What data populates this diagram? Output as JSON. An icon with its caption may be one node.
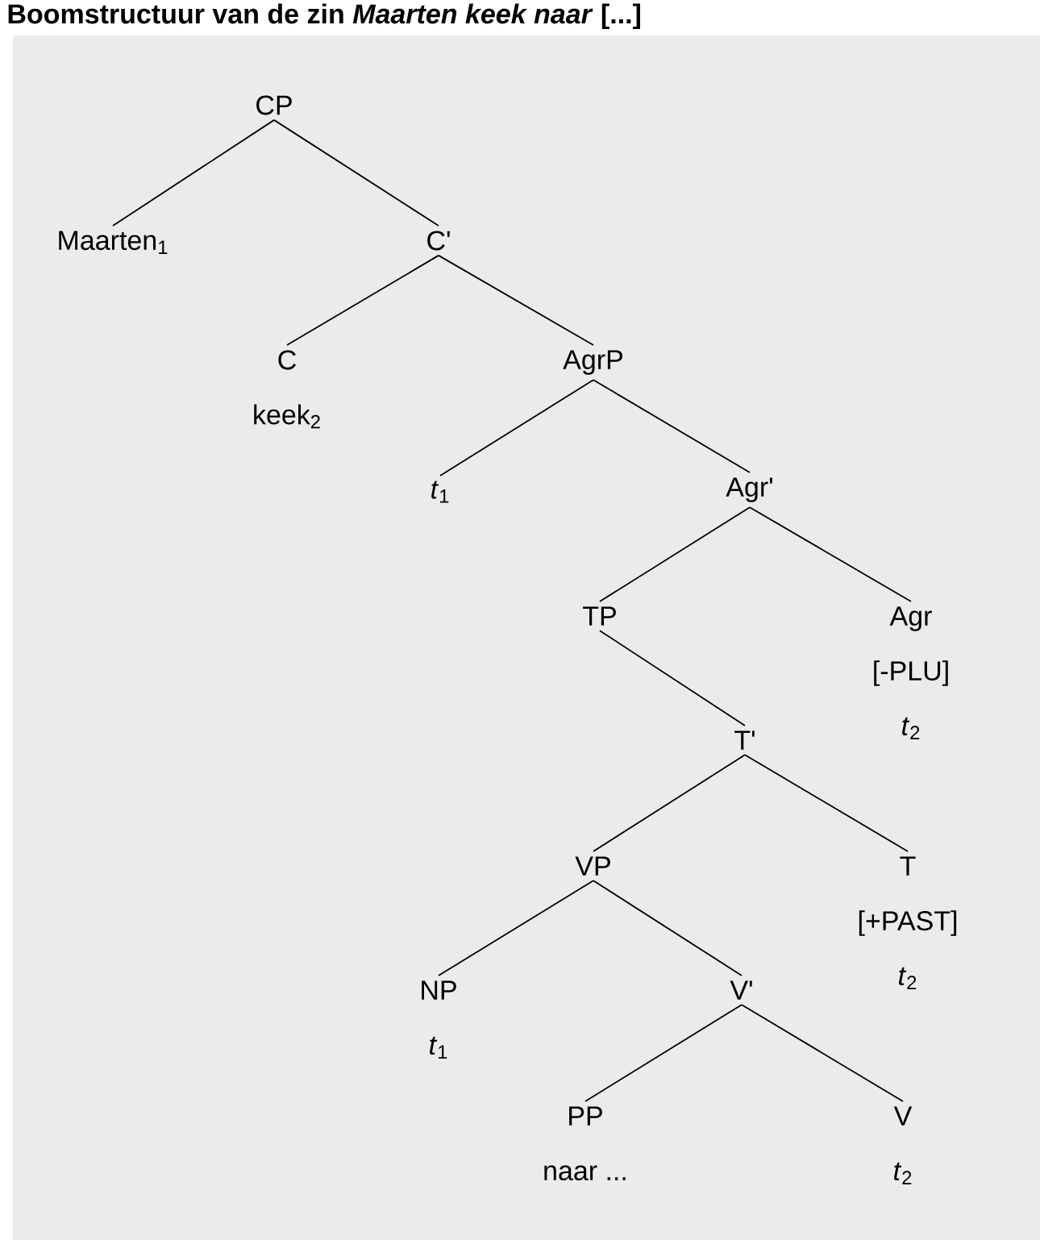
{
  "diagram": {
    "title": "Boomstructuur van de zin *Maarten keek naar* [...]",
    "nodes": [
      {
        "text": [
          "CP"
        ]
      },
      {
        "text": [
          "Maarten$_{1}$"
        ]
      },
      {
        "text": [
          "C'"
        ]
      },
      {
        "text": [
          "C",
          "keek$_{2}$"
        ]
      },
      {
        "text": [
          "AgrP"
        ]
      },
      {
        "text": [
          "*t*$_{1}$"
        ]
      },
      {
        "text": [
          "Agr'"
        ]
      },
      {
        "text": [
          "TP"
        ]
      },
      {
        "text": [
          "Agr",
          "[-PLU]",
          "*t*$_{2}$"
        ]
      },
      {
        "text": [
          "T'"
        ]
      },
      {
        "text": [
          "VP"
        ]
      },
      {
        "text": [
          "T",
          "[+PAST]",
          "*t*$_{2}$"
        ]
      },
      {
        "text": [
          "NP",
          "*t*$_{1}$"
        ]
      },
      {
        "text": [
          "V'"
        ]
      },
      {
        "text": [
          "PP",
          "naar ..."
        ]
      },
      {
        "text": [
          "V",
          "*t*$_{2}$"
        ]
      }
    ],
    "edges": [
      {
        "from": 0,
        "to": 1,
        "arrow": "none"
      },
      {
        "from": 0,
        "to": 2,
        "arrow": "none"
      },
      {
        "from": 2,
        "to": 3,
        "arrow": "none"
      },
      {
        "from": 2,
        "to": 4,
        "arrow": "none"
      },
      {
        "from": 4,
        "to": 5,
        "arrow": "none"
      },
      {
        "from": 4,
        "to": 6,
        "arrow": "none"
      },
      {
        "from": 6,
        "to": 7,
        "arrow": "none"
      },
      {
        "from": 6,
        "to": 8,
        "arrow": "none"
      },
      {
        "from": 7,
        "to": 9,
        "arrow": "none"
      },
      {
        "from": 9,
        "to": 10,
        "arrow": "none"
      },
      {
        "from": 9,
        "to": 11,
        "arrow": "none"
      },
      {
        "from": 10,
        "to": 12,
        "arrow": "none"
      },
      {
        "from": 10,
        "to": 13,
        "arrow": "none"
      },
      {
        "from": 13,
        "to": 14,
        "arrow": "none"
      },
      {
        "from": 13,
        "to": 15,
        "arrow": "none"
      }
    ]
  }
}
